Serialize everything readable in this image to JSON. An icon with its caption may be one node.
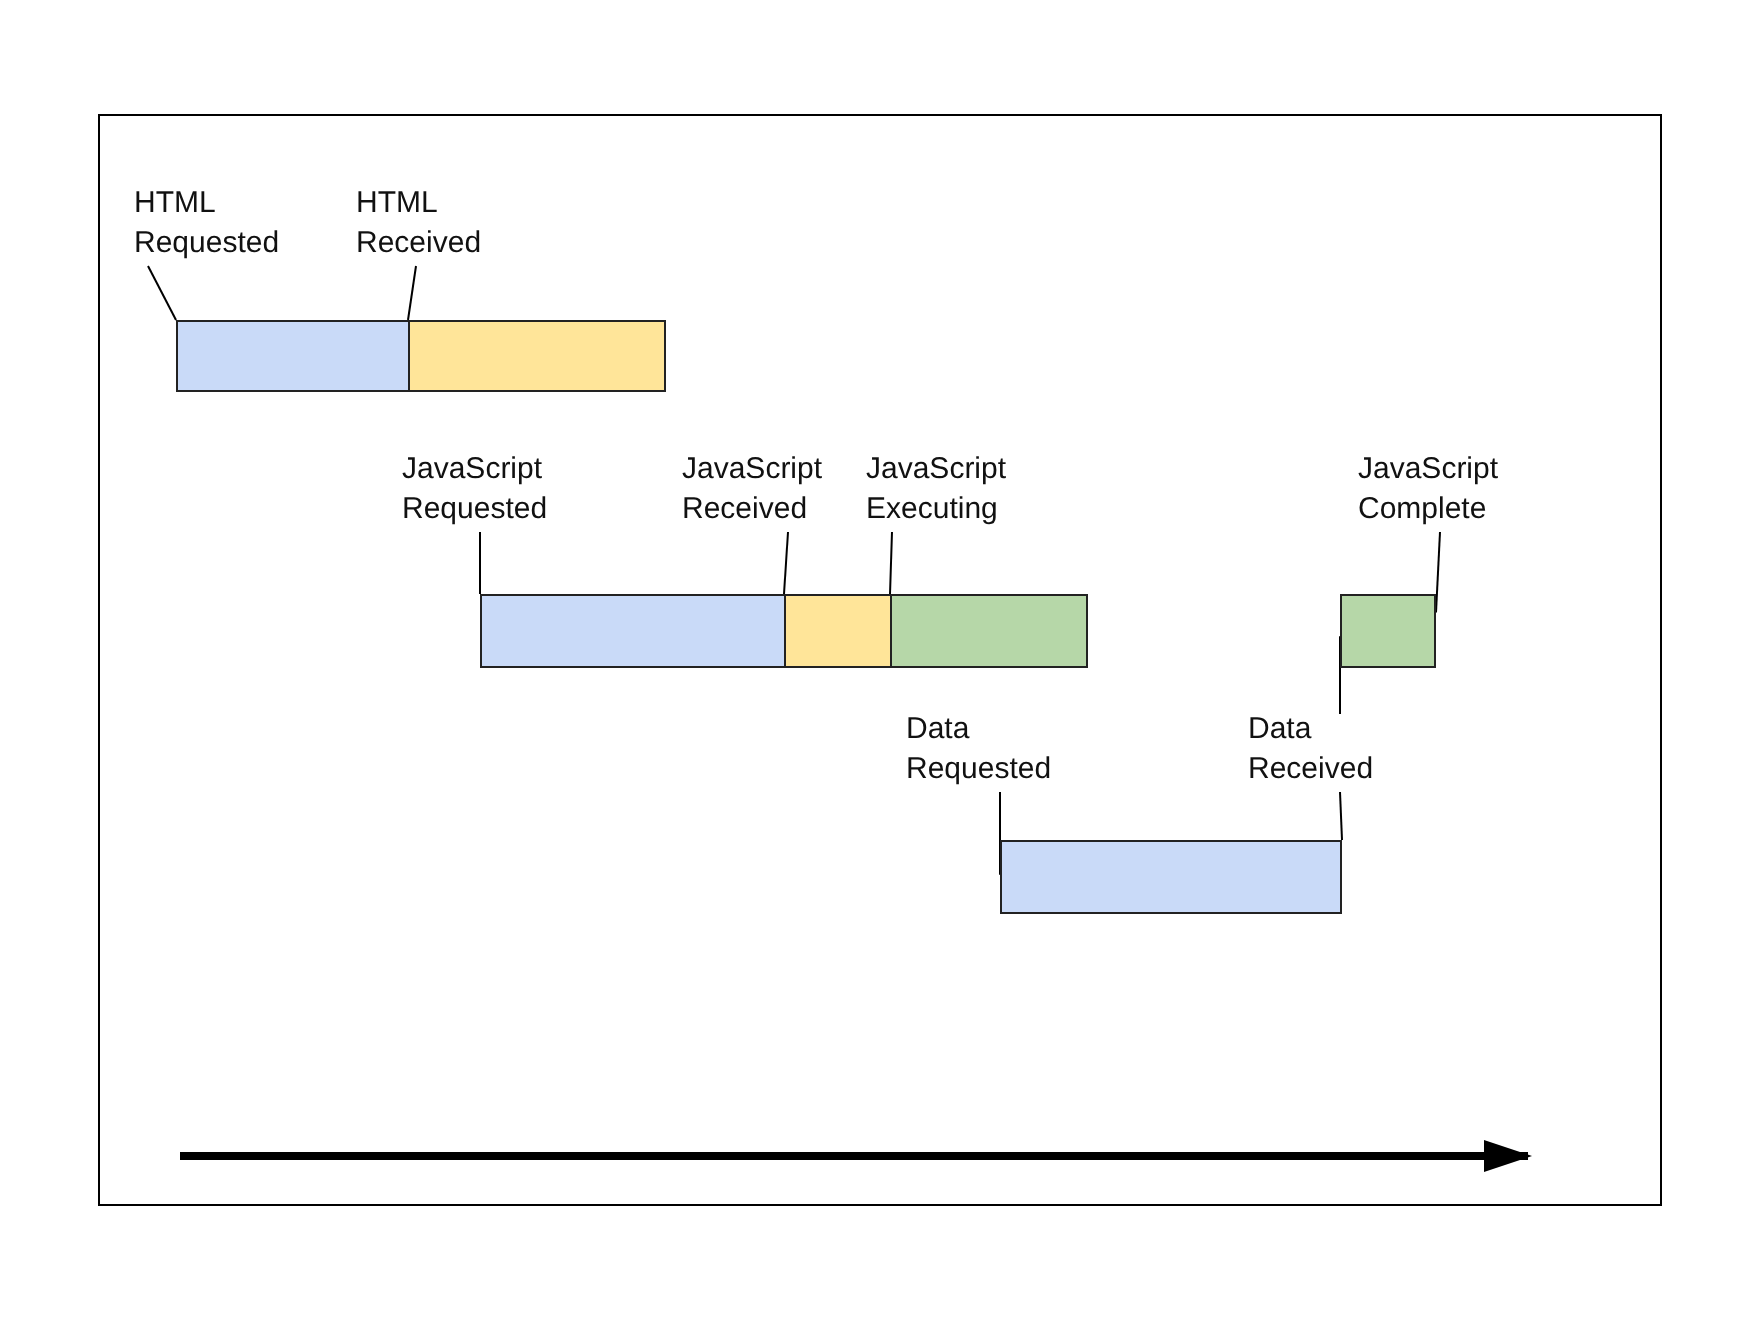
{
  "diagram": {
    "nodes": [
      {
        "text": [
          "HTML Requested"
        ]
      },
      {
        "text": [
          "HTML Received"
        ]
      },
      {
        "text": [
          "JavaScript Requested"
        ]
      },
      {
        "text": [
          "JavaScript Received"
        ]
      },
      {
        "text": [
          "JavaScript Executing"
        ]
      },
      {
        "text": [
          "JavaScript Complete"
        ]
      },
      {
        "text": [
          "Data Requested"
        ]
      },
      {
        "text": [
          "Data Received"
        ]
      },
      {
        "text": [],
        "shape": "bar"
      },
      {
        "text": [],
        "shape": "bar"
      },
      {
        "text": [],
        "shape": "bar"
      },
      {
        "text": [],
        "shape": "bar"
      },
      {
        "text": [],
        "shape": "bar"
      },
      {
        "text": [],
        "shape": "bar"
      },
      {
        "text": [],
        "shape": "bar"
      }
    ],
    "edges": [
      {
        "from": 0,
        "to": 8,
        "arrow": "none"
      },
      {
        "from": 1,
        "to": 9,
        "arrow": "none"
      },
      {
        "from": 2,
        "to": 10,
        "arrow": "none"
      },
      {
        "from": 3,
        "to": 11,
        "arrow": "none"
      },
      {
        "from": 4,
        "to": 12,
        "arrow": "none"
      },
      {
        "from": 5,
        "to": 13,
        "arrow": "none"
      },
      {
        "from": 6,
        "to": 14,
        "arrow": "none"
      },
      {
        "from": 7,
        "to": 14,
        "arrow": "none"
      },
      {
        "from": 7,
        "to": 13,
        "arrow": "none"
      }
    ]
  }
}
